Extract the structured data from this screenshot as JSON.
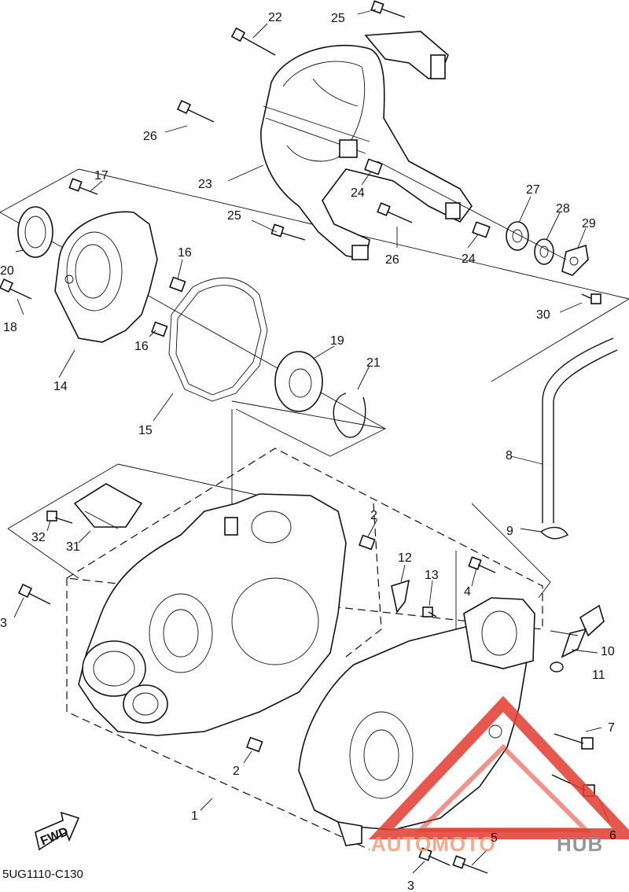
{
  "diagram": {
    "code": "5UG1110-C130",
    "fwd_label": "FWD",
    "watermark": {
      "part1": "AUTOMOTO",
      "part2": "HUB",
      "color_primary": "#e23b2e",
      "color_secondary": "#8c8c8c"
    },
    "callouts": [
      {
        "n": "1"
      },
      {
        "n": "2"
      },
      {
        "n": "2"
      },
      {
        "n": "3"
      },
      {
        "n": "3"
      },
      {
        "n": "4"
      },
      {
        "n": "5"
      },
      {
        "n": "6"
      },
      {
        "n": "7"
      },
      {
        "n": "8"
      },
      {
        "n": "9"
      },
      {
        "n": "10"
      },
      {
        "n": "11"
      },
      {
        "n": "12"
      },
      {
        "n": "13"
      },
      {
        "n": "14"
      },
      {
        "n": "15"
      },
      {
        "n": "16"
      },
      {
        "n": "16"
      },
      {
        "n": "17"
      },
      {
        "n": "18"
      },
      {
        "n": "19"
      },
      {
        "n": "20"
      },
      {
        "n": "21"
      },
      {
        "n": "22"
      },
      {
        "n": "23"
      },
      {
        "n": "24"
      },
      {
        "n": "24"
      },
      {
        "n": "25"
      },
      {
        "n": "25"
      },
      {
        "n": "26"
      },
      {
        "n": "26"
      },
      {
        "n": "27"
      },
      {
        "n": "28"
      },
      {
        "n": "29"
      },
      {
        "n": "30"
      },
      {
        "n": "31"
      },
      {
        "n": "32"
      }
    ]
  }
}
